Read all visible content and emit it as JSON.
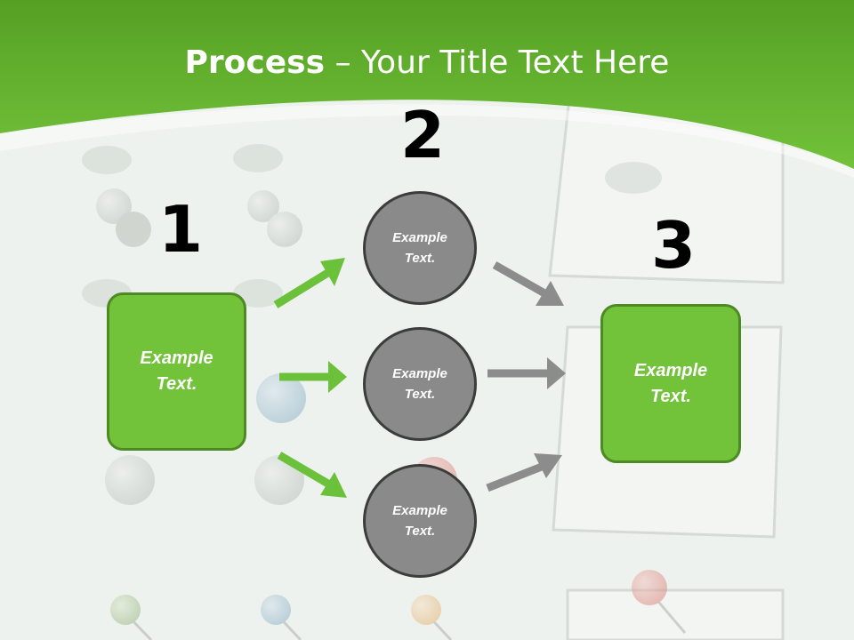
{
  "title": {
    "bold": "Process",
    "rest": " – Your Title Text Here"
  },
  "steps": {
    "one": "1",
    "two": "2",
    "three": "3"
  },
  "left_box": {
    "label": "Example\nText."
  },
  "circles": [
    {
      "label": "Example\nText."
    },
    {
      "label": "Example\nText."
    },
    {
      "label": "Example\nText."
    }
  ],
  "right_box": {
    "label": "Example\nText."
  },
  "colors": {
    "header_green": "#6cbf34",
    "box_green": "#72c23a",
    "circle_gray": "#8a8a8a",
    "arrow_green": "#6cc13a",
    "arrow_gray": "#8c8c8c"
  }
}
